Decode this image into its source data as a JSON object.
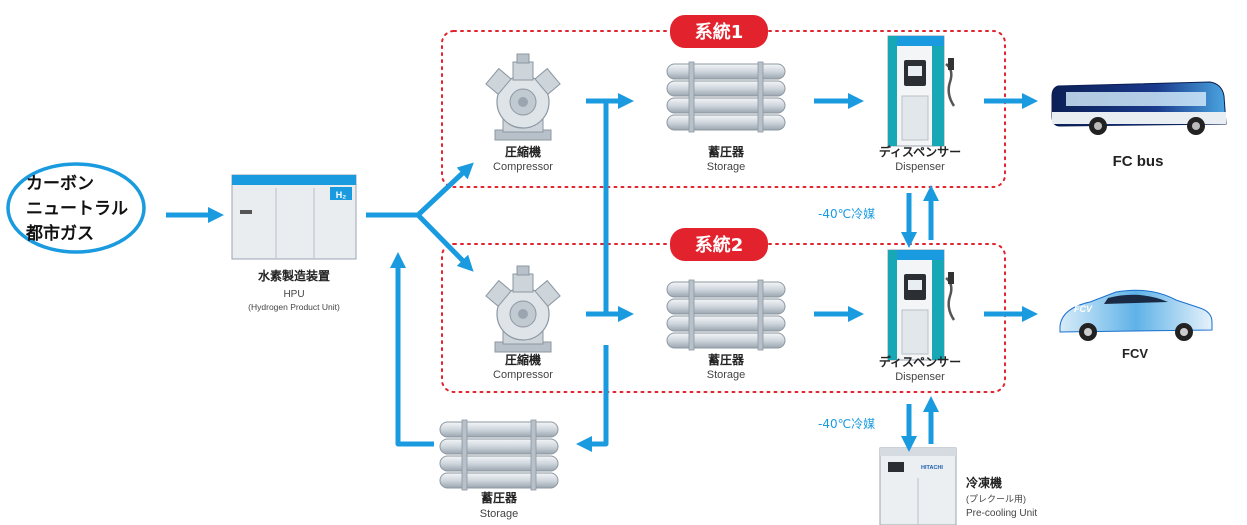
{
  "source": {
    "lines": [
      "カーボン",
      "ニュートラル",
      "都市ガス"
    ]
  },
  "hpu": {
    "badge": "H₂",
    "jp": "水素製造装置",
    "en1": "HPU",
    "en2": "(Hydrogen Product Unit)"
  },
  "system1": {
    "badge": "系統1"
  },
  "system2": {
    "badge": "系統2"
  },
  "compressor": {
    "jp": "圧縮機",
    "en": "Compressor"
  },
  "storage": {
    "jp": "蓄圧器",
    "en": "Storage"
  },
  "dispenser": {
    "jp": "ディスペンサー",
    "en": "Dispenser"
  },
  "coolant": {
    "label": "-40℃冷媒"
  },
  "bus": {
    "label": "FC bus",
    "color": "#1a3a8c"
  },
  "car": {
    "label": "FCV",
    "car_text": "FCV",
    "color": "#1a6fcf"
  },
  "precool": {
    "jp": "冷凍機",
    "sub": "(プレクール用)",
    "en": "Pre-cooling Unit",
    "brand": "HITACHI"
  },
  "colors": {
    "arrow": "#1a9be0",
    "badge": "#e2232e",
    "dash": "#e2232e"
  }
}
